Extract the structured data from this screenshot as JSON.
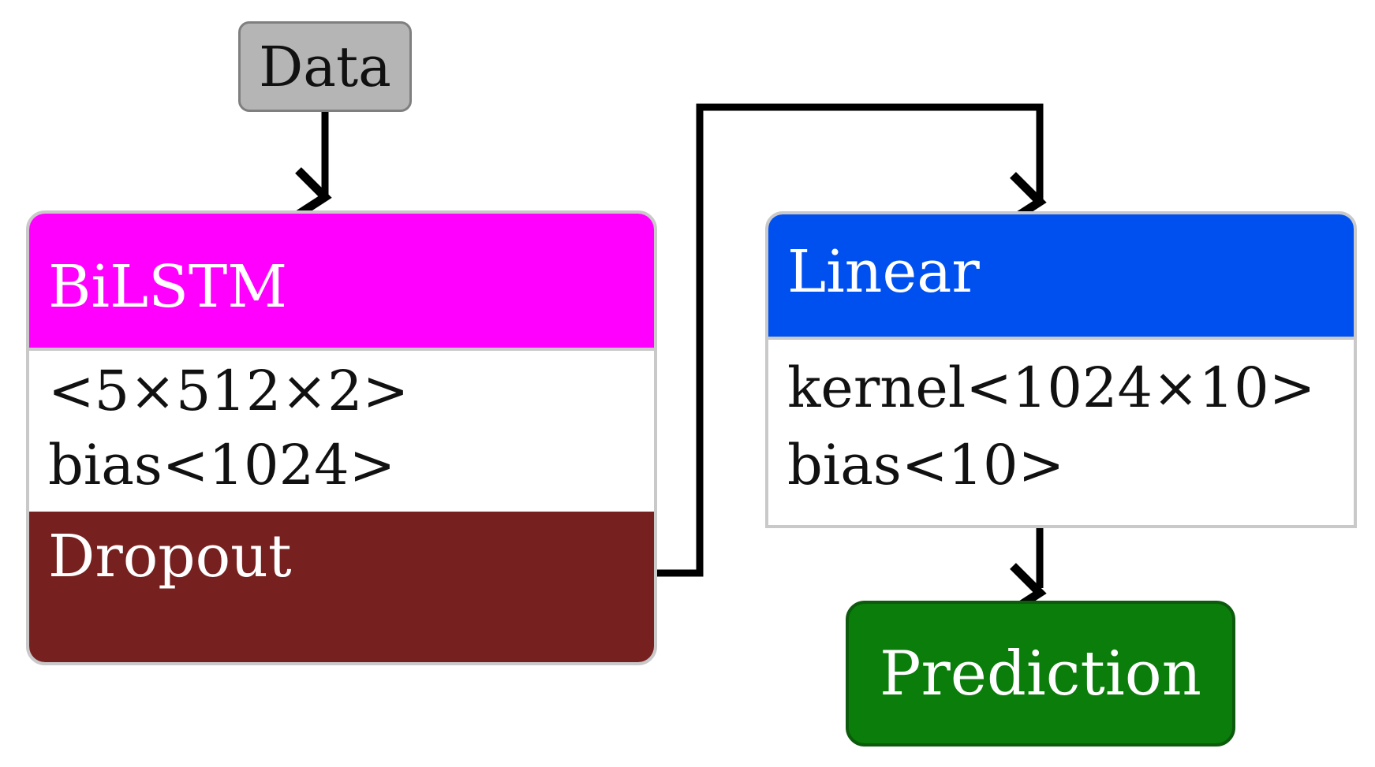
{
  "nodes": {
    "data": {
      "label": "Data",
      "color": "#b5b5b5"
    },
    "bilstm": {
      "label": "BiLSTM",
      "color": "#ff00ff",
      "params": [
        "<5×512×2>",
        "bias<1024>"
      ]
    },
    "dropout": {
      "label": "Dropout",
      "color": "#76201f"
    },
    "linear": {
      "label": "Linear",
      "color": "#0050f0",
      "params": [
        "kernel<1024×10>",
        "bias<10>"
      ]
    },
    "prediction": {
      "label": "Prediction",
      "color": "#0a7d0a"
    }
  },
  "edges": [
    {
      "from": "data",
      "to": "bilstm"
    },
    {
      "from": "dropout",
      "to": "linear"
    },
    {
      "from": "linear",
      "to": "prediction"
    }
  ]
}
